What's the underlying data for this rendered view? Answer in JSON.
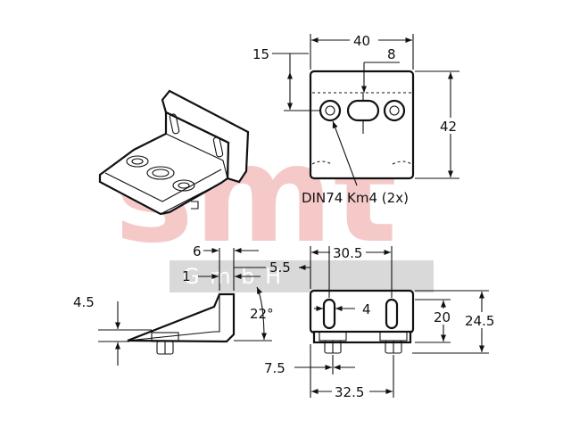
{
  "watermark": {
    "brand": "smt",
    "sub": "G m b H"
  },
  "top_view": {
    "dim_width": "40",
    "dim_slot": "8",
    "dim_offset": "15",
    "dim_height": "42",
    "callout": "DIN74 Km4 (2x)"
  },
  "side_view": {
    "dim_6": "6",
    "dim_1": "1",
    "dim_5_5": "5.5",
    "dim_4_5": "4.5",
    "dim_angle": "22°"
  },
  "front_view": {
    "dim_30_5": "30.5",
    "dim_4": "4",
    "dim_20": "20",
    "dim_24_5": "24.5",
    "dim_7_5": "7.5",
    "dim_32_5": "32.5"
  }
}
